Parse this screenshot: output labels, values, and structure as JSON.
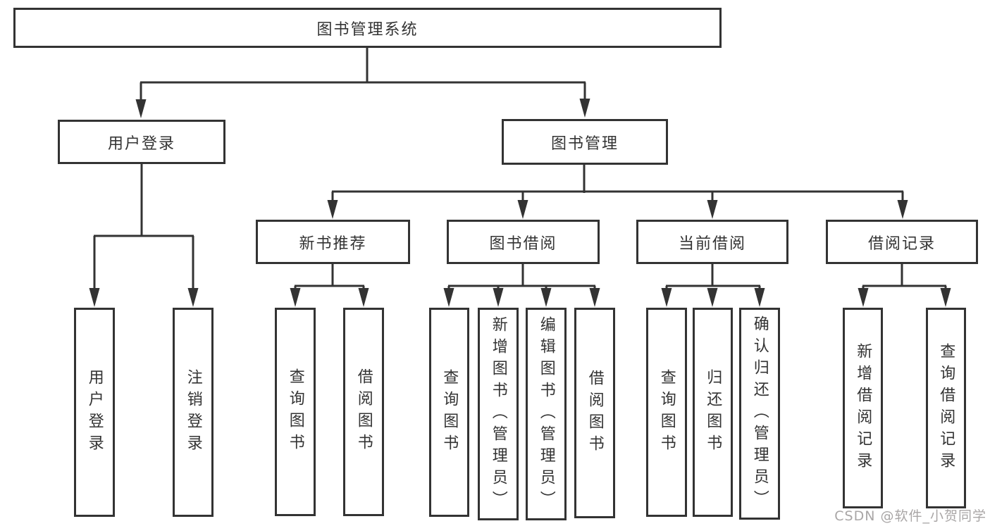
{
  "tree": {
    "root": {
      "label": "图书管理系统"
    },
    "children": [
      {
        "label": "用户登录",
        "children": [
          {
            "label": "用户登录"
          },
          {
            "label": "注销登录"
          }
        ]
      },
      {
        "label": "图书管理",
        "children": [
          {
            "label": "新书推荐",
            "children": [
              {
                "label": "查询图书"
              },
              {
                "label": "借阅图书"
              }
            ]
          },
          {
            "label": "图书借阅",
            "children": [
              {
                "label": "查询图书"
              },
              {
                "label": "新增图书（管理员）"
              },
              {
                "label": "编辑图书（管理员）"
              },
              {
                "label": "借阅图书"
              }
            ]
          },
          {
            "label": "当前借阅",
            "children": [
              {
                "label": "查询图书"
              },
              {
                "label": "归还图书"
              },
              {
                "label": "确认归还（管理员）"
              }
            ]
          },
          {
            "label": "借阅记录",
            "children": [
              {
                "label": "新增借阅记录"
              },
              {
                "label": "查询借阅记录"
              }
            ]
          }
        ]
      }
    ]
  },
  "watermark": {
    "text": "CSDN @软件_小贺同学"
  },
  "colors": {
    "line": "#333333",
    "box_border": "#333333",
    "text": "#333333",
    "watermark": "#a9a6a6",
    "background": "#ffffff"
  }
}
